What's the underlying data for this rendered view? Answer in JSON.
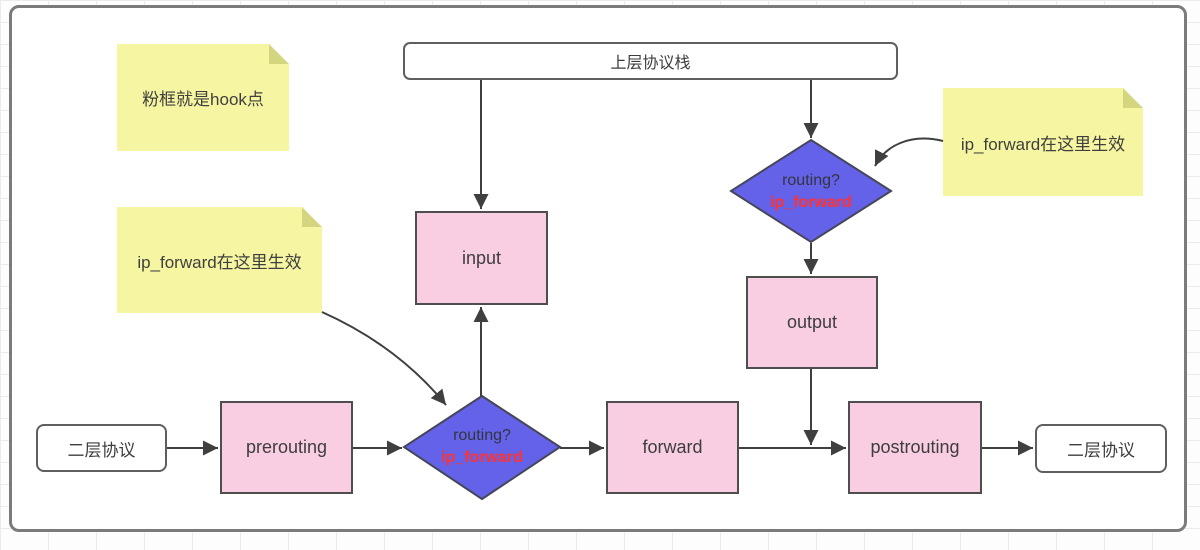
{
  "diagram": {
    "top_box": {
      "label": "上层协议栈"
    },
    "hooks": {
      "input": {
        "label": "input"
      },
      "output": {
        "label": "output"
      },
      "prerouting": {
        "label": "prerouting"
      },
      "forward": {
        "label": "forward"
      },
      "postrouting": {
        "label": "postrouting"
      }
    },
    "decisions": {
      "routing_top": {
        "label": "routing?",
        "sublabel": "ip_forward"
      },
      "routing_bottom": {
        "label": "routing?",
        "sublabel": "ip_forward"
      }
    },
    "endpoints": {
      "l2_left": {
        "label": "二层协议"
      },
      "l2_right": {
        "label": "二层协议"
      }
    },
    "notes": {
      "hook_note": {
        "text": "粉框就是hook点"
      },
      "ip_forward_left": {
        "text": "ip_forward在这里生效"
      },
      "ip_forward_right": {
        "text": "ip_forward在这里生效"
      }
    },
    "colors": {
      "hook_fill": "#f9cee3",
      "decision_fill": "#6462e9",
      "note_fill": "#f6f6a2",
      "note_fold": "#d4d67f",
      "sublabel_red": "#fd3232",
      "connector": "#3f3f3f",
      "frame_border": "#7b7b7b"
    }
  }
}
